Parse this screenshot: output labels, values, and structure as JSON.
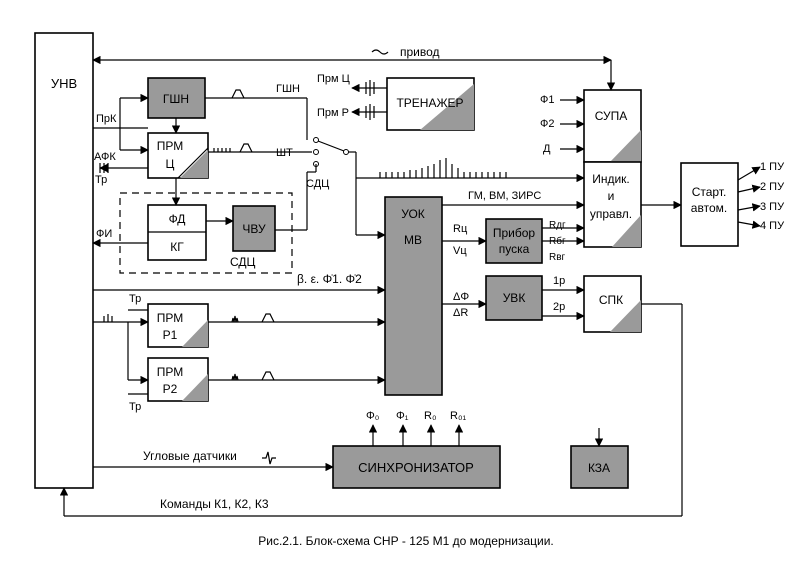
{
  "blocks": {
    "unv": "УНВ",
    "gshn": "ГШН",
    "prm_c_1": "ПРМ",
    "prm_c_2": "Ц",
    "fd": "ФД",
    "kg": "КГ",
    "chvu": "ЧВУ",
    "trenazher": "ТРЕНАЖЕР",
    "supa": "СУПА",
    "indik_1": "Индик.",
    "indik_2": "и",
    "indik_3": "управл.",
    "start_1": "Старт.",
    "start_2": "автом.",
    "uok_1": "УОК",
    "uok_2": "МВ",
    "pribor_1": "Прибор",
    "pribor_2": "пуска",
    "uvk": "УВК",
    "spk": "СПК",
    "prm_r1_1": "ПРМ",
    "prm_r1_2": "Р1",
    "prm_r2_1": "ПРМ",
    "prm_r2_2": "Р2",
    "sync": "СИНХРОНИЗАТОР",
    "kza": "КЗА"
  },
  "labels": {
    "privod": "привод",
    "prk": "ПрК",
    "afk": "АФК",
    "tr_left": "Тр",
    "fi": "ФИ",
    "sdc_box": "СДЦ",
    "sdc_switch": "СДЦ",
    "gshn_line": "ГШН",
    "sht": "ШТ",
    "prm_c_top": "Прм Ц",
    "prm_r_top": "Прм Р",
    "f1": "Ф1",
    "f2": "Ф2",
    "d": "Д",
    "gm": "ГМ,  ВМ,  ЗИРС",
    "rc": "Rц",
    "vc": "Vц",
    "rdg": "Rдг",
    "rbg": "Rбг",
    "rvg": "Rвг",
    "beta": "β. ε. Φ̇1. Φ̇2",
    "dphi": "ΔΦ",
    "dr": "ΔR",
    "p1": "1р",
    "p2": "2р",
    "tr_r1": "Тр",
    "tr_r2": "Тр",
    "pu1": "1 ПУ",
    "pu2": "2 ПУ",
    "pu3": "3 ПУ",
    "pu4": "4 ПУ",
    "phi0": "Φ₀",
    "phi1": "Φ₁",
    "r0": "R₀",
    "r01": "R₀₁",
    "uglovye": "Угловые датчики",
    "komandy": "Команды  К1,  К2,  К3"
  },
  "caption": "Рис.2.1. Блок-схема СНР - 125 М1 до модернизации."
}
